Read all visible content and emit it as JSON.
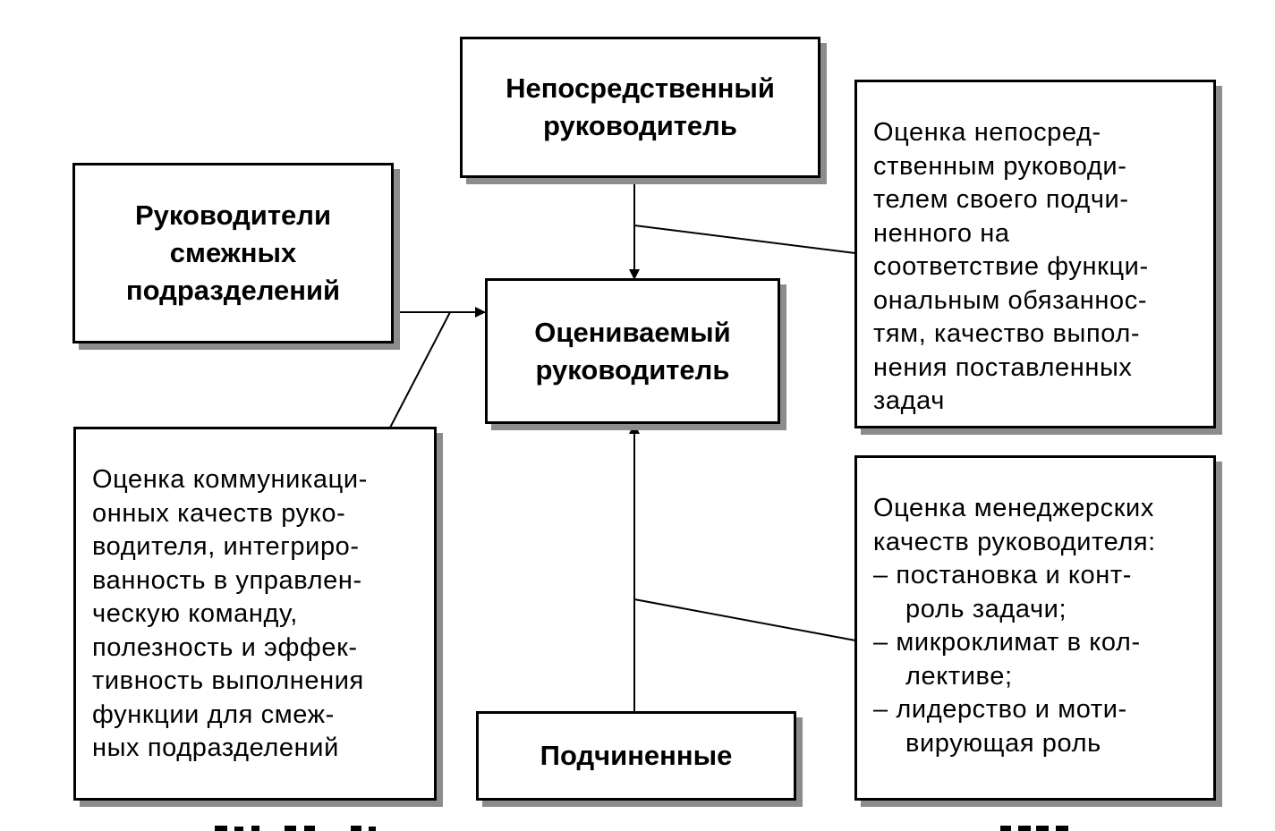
{
  "diagram": {
    "nodes": {
      "direct_manager": {
        "lines": [
          "Непосредственный",
          "руководитель"
        ]
      },
      "adjacent_managers": {
        "lines": [
          "Руководители",
          "смежных",
          "подразделений"
        ]
      },
      "evaluated_manager": {
        "lines": [
          "Оцениваемый",
          "руководитель"
        ]
      },
      "subordinates": {
        "lines": [
          "Подчиненные"
        ]
      }
    },
    "notes": {
      "direct_manager_note": {
        "lines": [
          "Оценка непосред-",
          "ственным руководи-",
          "телем своего подчи-",
          "ненного на",
          "соответствие функци-",
          "ональным обязаннос-",
          "тям, качество выпол-",
          "нения поставленных",
          "задач"
        ]
      },
      "adjacent_note": {
        "lines": [
          "Оценка коммуникаци-",
          "онных качеств руко-",
          "водителя, интегриро-",
          "ванность в управлен-",
          "ческую команду,",
          "полезность и эффек-",
          "тивность выполнения",
          "функции для смеж-",
          "ных подразделений"
        ]
      },
      "subordinates_note": {
        "lines": [
          "Оценка менеджерских",
          "качеств руководителя:",
          "– постановка и конт-",
          "роль задачи;",
          "– микроклимат в кол-",
          "лективе;",
          "– лидерство и моти-",
          "вирующая роль"
        ]
      }
    },
    "colors": {
      "line": "#000000",
      "shadow": "#8c8c8c",
      "background": "#ffffff"
    }
  }
}
